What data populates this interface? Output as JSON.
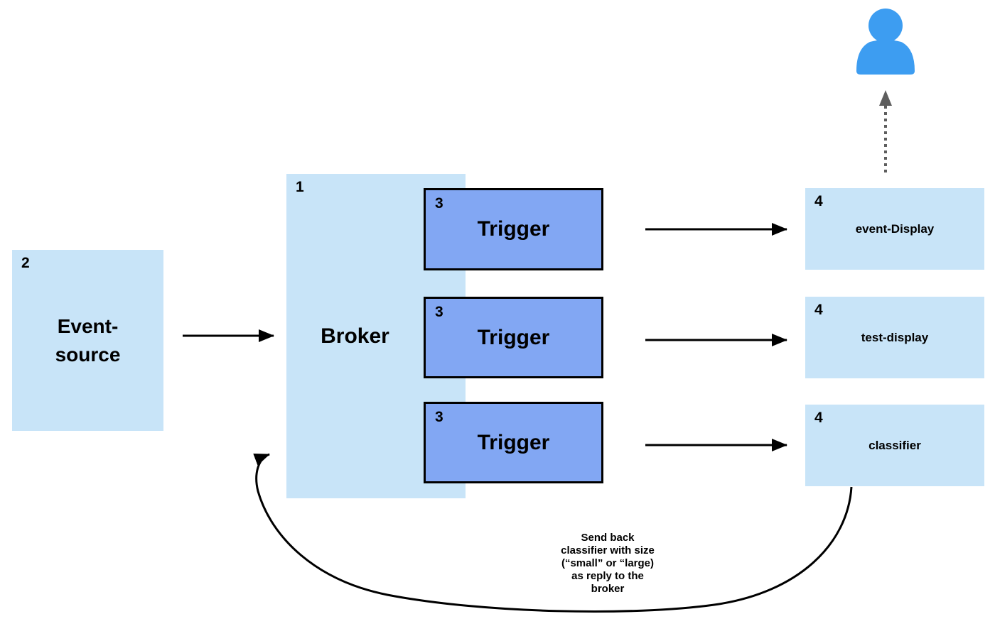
{
  "nodes": {
    "broker": {
      "number": "1",
      "label": "Broker"
    },
    "event_source": {
      "number": "2",
      "label_line1": "Event-",
      "label_line2": "source"
    },
    "trigger_1": {
      "number": "3",
      "label": "Trigger"
    },
    "trigger_2": {
      "number": "3",
      "label": "Trigger"
    },
    "trigger_3": {
      "number": "3",
      "label": "Trigger"
    },
    "event_display": {
      "number": "4",
      "label": "event-Display"
    },
    "test_display": {
      "number": "4",
      "label": "test-display"
    },
    "classifier": {
      "number": "4",
      "label": "classifier"
    }
  },
  "annotation": {
    "lines": [
      "Send back",
      "classifier with size",
      "(“small” or “large)",
      "as reply to the",
      "broker"
    ]
  },
  "icons": {
    "user": "user-icon"
  },
  "colors": {
    "node_light_blue": "#c8e4f8",
    "trigger_blue": "#82a7f3",
    "trigger_border": "#000000",
    "user_icon_blue": "#3d9df1",
    "arrow_black": "#000000",
    "dashed_arrow_gray": "#5e5e5e",
    "text_black": "#000000"
  }
}
